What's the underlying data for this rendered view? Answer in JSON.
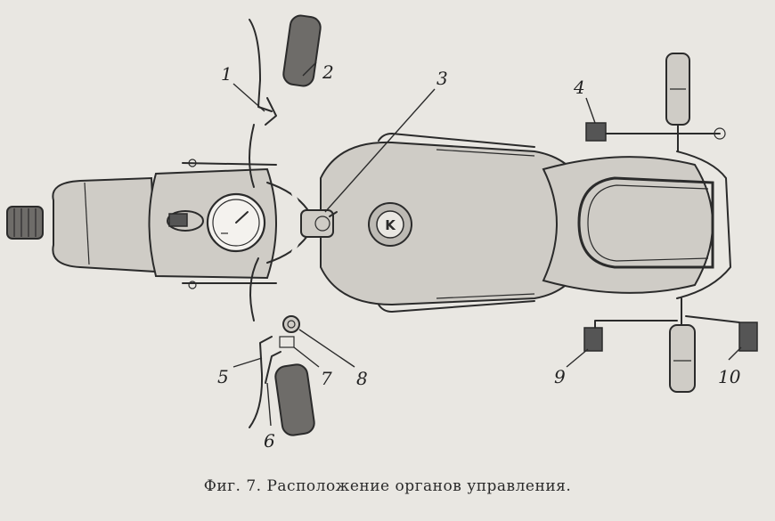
{
  "caption": "Фиг. 7. Расположение органов управления.",
  "labels": {
    "l1": "1",
    "l2": "2",
    "l3": "3",
    "l4": "4",
    "l5": "5",
    "l6": "6",
    "l7": "7",
    "l8": "8",
    "l9": "9",
    "l10": "10"
  },
  "badge_letter": "K"
}
